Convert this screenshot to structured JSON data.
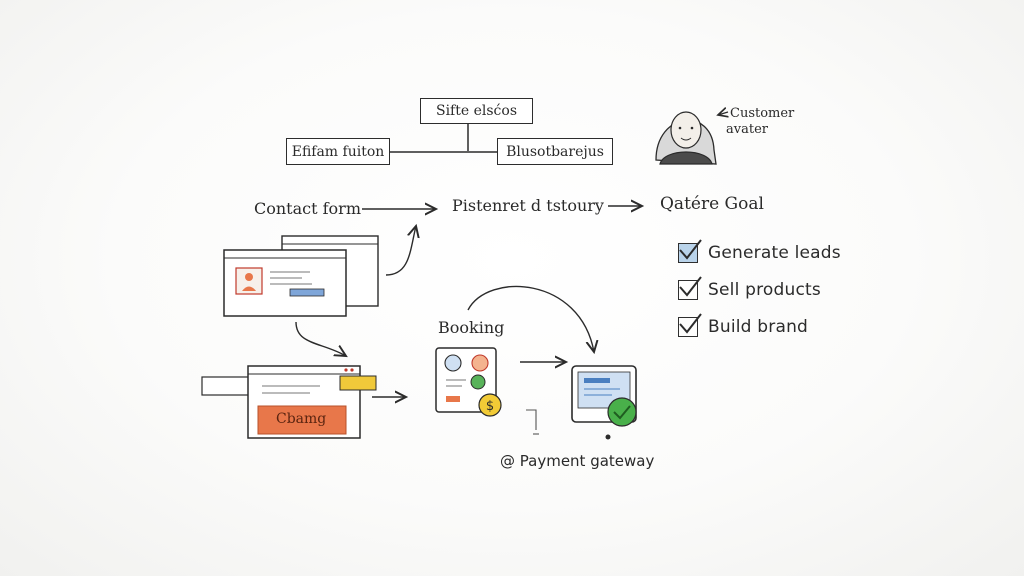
{
  "top": {
    "site_box": "Sifte elsćos",
    "left_box": "Efifam fuiton",
    "right_box": "Blusotbarejus"
  },
  "customer": {
    "label_line1": "Customer",
    "label_line2": "avater"
  },
  "flow": {
    "contact_form": "Contact form",
    "middle": "Pistenret d tstoury",
    "goal": "Qatére Goal"
  },
  "goals": [
    {
      "label": "Generate leads",
      "checked": true
    },
    {
      "label": "Sell products",
      "checked": true
    },
    {
      "label": "Build brand",
      "checked": true
    }
  ],
  "booking": {
    "label": "Booking",
    "button": "Cbamg"
  },
  "payment": {
    "label": "@ Payment gateway"
  },
  "colors": {
    "ink": "#2b2b2b",
    "blue": "#5b8fd0",
    "orange": "#e8774a",
    "yellow": "#f0c93a",
    "green": "#49b04a"
  }
}
